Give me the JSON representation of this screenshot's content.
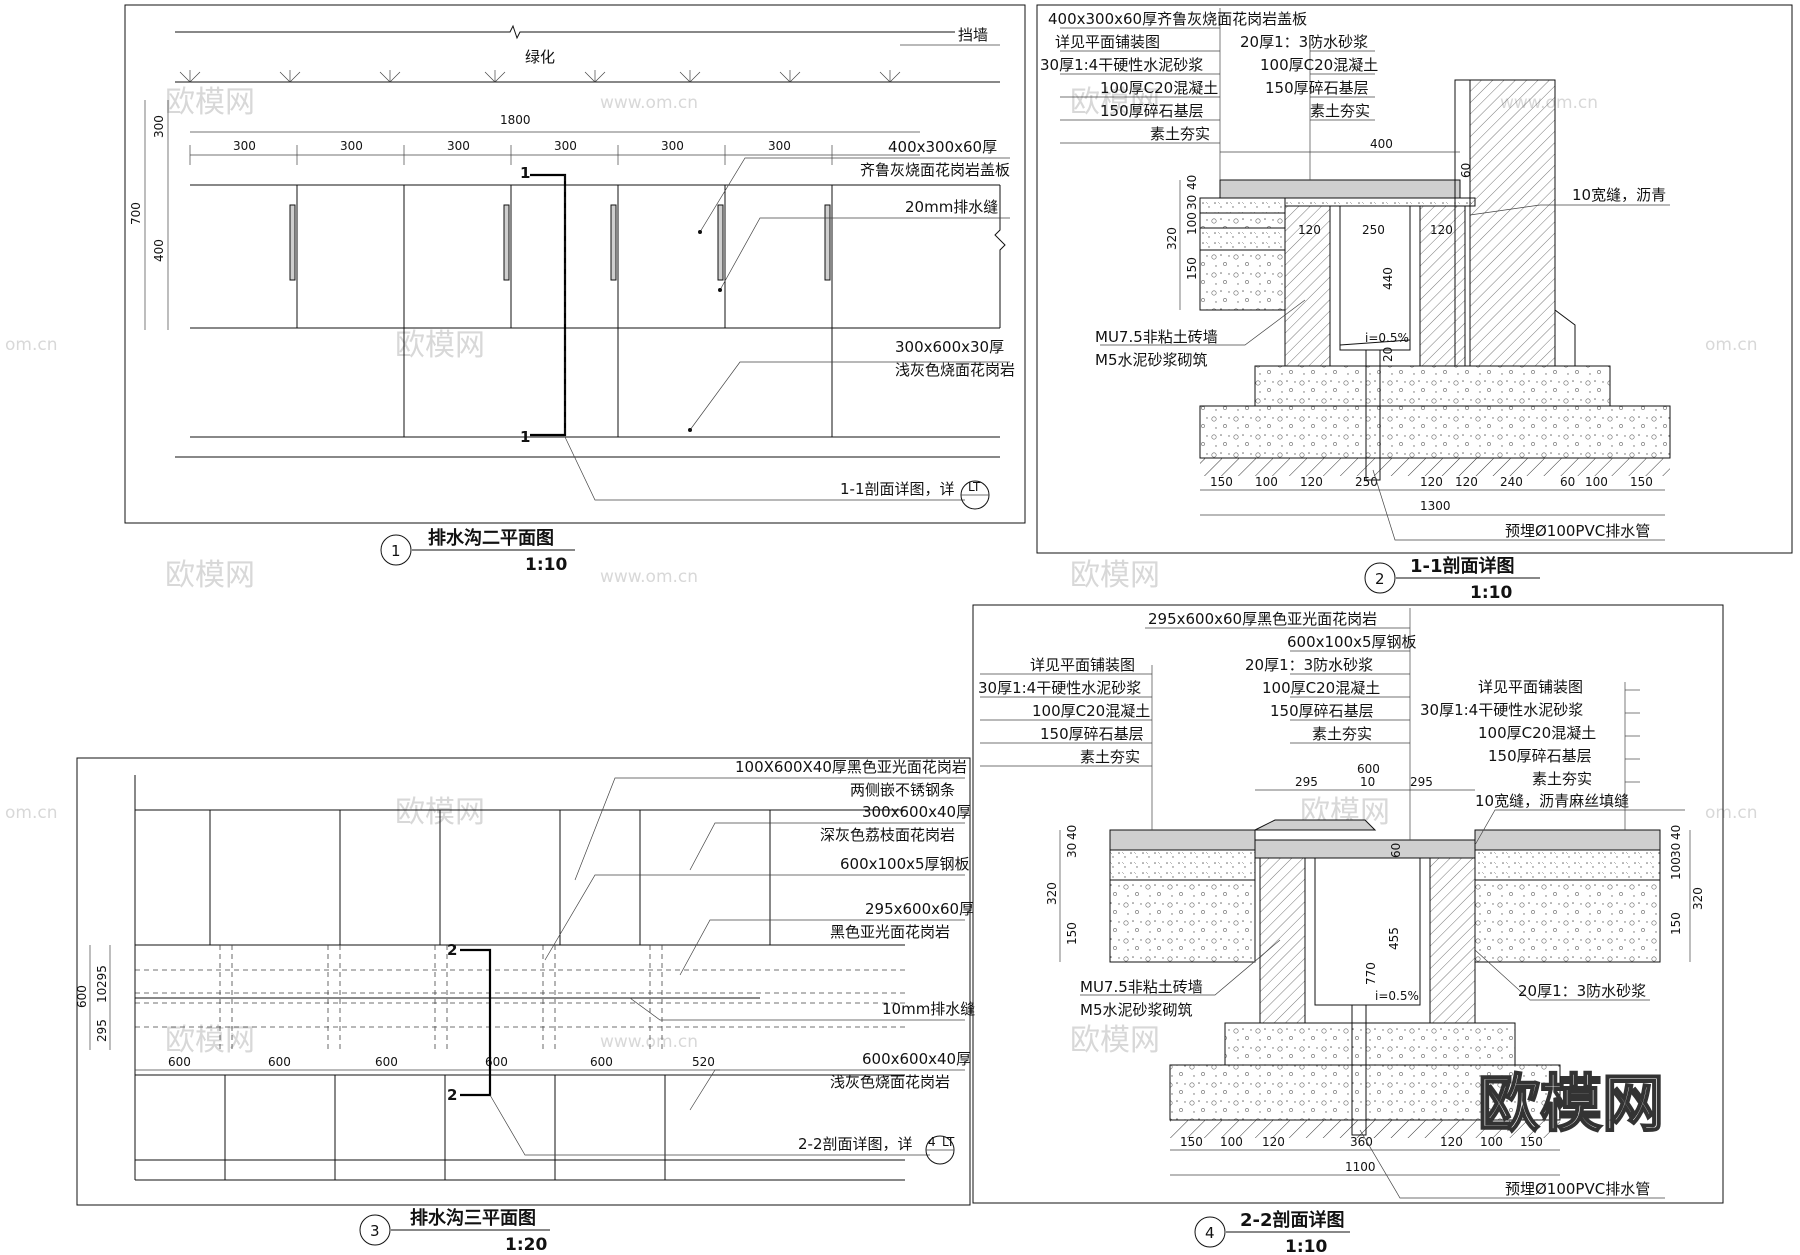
{
  "watermark": {
    "brand": "欧模网",
    "url": "www.om.cn",
    "short": "om.cn"
  },
  "panel1": {
    "num": "1",
    "title": "排水沟二平面图",
    "scale": "1:10",
    "labels": {
      "wall": "挡墙",
      "green": "绿化",
      "cover_l1": "400x300x60厚",
      "cover_l2": "齐鲁灰烧面花岗岩盖板",
      "slot": "20mm排水缝",
      "pave_l1": "300x600x30厚",
      "pave_l2": "浅灰色烧面花岗岩",
      "section_ref": "1-1剖面详图，详",
      "ref_sheet": "LT",
      "cut": "1"
    },
    "dims": {
      "total": "1800",
      "seg": "300",
      "v_total": "700",
      "v_top": "300",
      "v_mid": "400"
    }
  },
  "panel2": {
    "num": "2",
    "title": "1-1剖面详图",
    "scale": "1:10",
    "left_notes": [
      "400x300x60厚齐鲁灰烧面花岗岩盖板",
      "详见平面铺装图",
      "30厚1:4干硬性水泥砂浆",
      "100厚C20混凝土",
      "150厚碎石基层",
      "素土夯实"
    ],
    "right_notes": [
      "20厚1：3防水砂浆",
      "100厚C20混凝土",
      "150厚碎石基层",
      "素土夯实"
    ],
    "gap": "10宽缝，沥青",
    "brick_l1": "MU7.5非粘土砖墙",
    "brick_l2": "M5水泥砂浆砌筑",
    "pipe": "预埋Ø100PVC排水管",
    "slope": "i=0.5%",
    "dims": {
      "top": "400",
      "t60": "60",
      "d30": "30",
      "d40": "40",
      "d100": "100",
      "d150": "150",
      "d320": "320",
      "w120": "120",
      "w250": "250",
      "h440": "440",
      "h20": "20",
      "b150": "150",
      "b100": "100",
      "b120": "120",
      "b250": "250",
      "b240": "240",
      "b60": "60",
      "total": "1300"
    }
  },
  "panel3": {
    "num": "3",
    "title": "排水沟三平面图",
    "scale": "1:20",
    "labels": {
      "n1_l1": "100X600X40厚黑色亚光面花岗岩",
      "n1_l2": "两侧嵌不锈钢条",
      "n2_l1": "300x600x40厚",
      "n2_l2": "深灰色荔枝面花岗岩",
      "n3": "600x100x5厚钢板",
      "n4_l1": "295x600x60厚",
      "n4_l2": "黑色亚光面花岗岩",
      "n5": "10mm排水缝",
      "n6_l1": "600x600x40厚",
      "n6_l2": "浅灰色烧面花岗岩",
      "section_ref": "2-2剖面详图，详",
      "ref_num": "4",
      "ref_sheet": "LT",
      "cut": "2"
    },
    "dims": {
      "seg": "600",
      "last": "520",
      "v600": "600",
      "v295": "295",
      "v10": "10"
    }
  },
  "panel4": {
    "num": "4",
    "title": "2-2剖面详图",
    "scale": "1:10",
    "top_notes": [
      "295x600x60厚黑色亚光面花岗岩",
      "600x100x5厚钢板",
      "20厚1：3防水砂浆",
      "100厚C20混凝土",
      "150厚碎石基层",
      "素土夯实"
    ],
    "left_notes": [
      "详见平面铺装图",
      "30厚1:4干硬性水泥砂浆",
      "100厚C20混凝土",
      "150厚碎石基层",
      "素土夯实"
    ],
    "right_notes": [
      "详见平面铺装图",
      "30厚1:4干硬性水泥砂浆",
      "100厚C20混凝土",
      "150厚碎石基层",
      "素土夯实"
    ],
    "gap": "10宽缝，沥青麻丝填缝",
    "mortar": "20厚1：3防水砂浆",
    "brick_l1": "MU7.5非粘土砖墙",
    "brick_l2": "M5水泥砂浆砌筑",
    "pipe": "预埋Ø100PVC排水管",
    "slope": "i=0.5%",
    "dims": {
      "w600": "600",
      "w295": "295",
      "w10": "10",
      "d30": "30",
      "d40": "40",
      "d100": "100",
      "d150": "150",
      "d320": "320",
      "h455": "455",
      "h770": "770",
      "d60": "60",
      "b150": "150",
      "b100": "100",
      "b120": "120",
      "b360": "360",
      "total": "1100"
    }
  }
}
